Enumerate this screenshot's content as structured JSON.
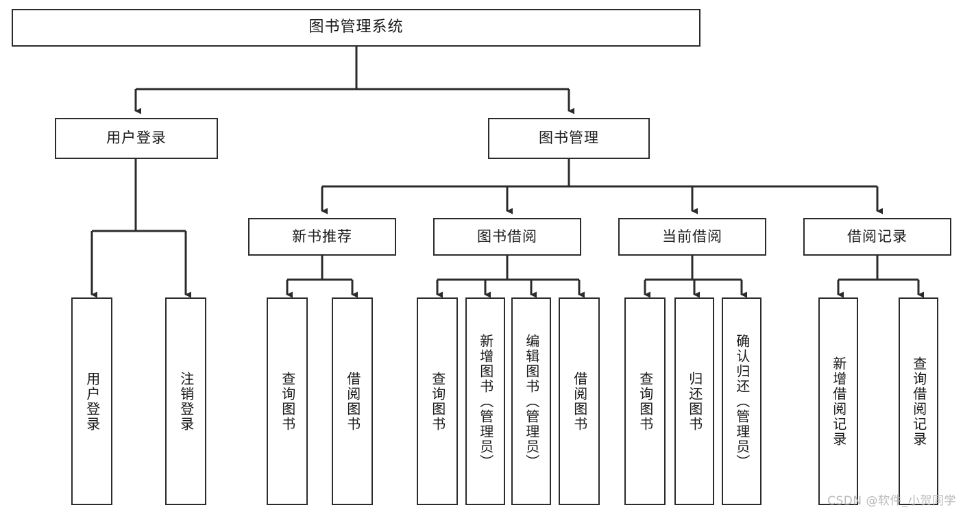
{
  "diagram": {
    "type": "tree",
    "title": "图书管理系统",
    "orientation": "top-down",
    "line_color": "#2b2b2b",
    "box_fill": "#ffffff",
    "text_color": "#1a1a1a"
  },
  "root": {
    "label": "图书管理系统"
  },
  "level2": [
    {
      "label": "用户登录"
    },
    {
      "label": "图书管理"
    }
  ],
  "level3": [
    {
      "label": "新书推荐"
    },
    {
      "label": "图书借阅"
    },
    {
      "label": "当前借阅"
    },
    {
      "label": "借阅记录"
    }
  ],
  "leaves": {
    "user_login": [
      {
        "label": "用户登录"
      },
      {
        "label": "注销登录"
      }
    ],
    "new_book_recommend": [
      {
        "label": "查询图书"
      },
      {
        "label": "借阅图书"
      }
    ],
    "book_borrow": [
      {
        "label": "查询图书"
      },
      {
        "label": "新增图书（管理员）"
      },
      {
        "label": "编辑图书（管理员）"
      },
      {
        "label": "借阅图书"
      }
    ],
    "current_borrow": [
      {
        "label": "查询图书"
      },
      {
        "label": "归还图书"
      },
      {
        "label": "确认归还（管理员）"
      }
    ],
    "borrow_record": [
      {
        "label": "新增借阅记录"
      },
      {
        "label": "查询借阅记录"
      }
    ]
  },
  "watermark": {
    "text": "CSDN @软件_小贺同学"
  }
}
